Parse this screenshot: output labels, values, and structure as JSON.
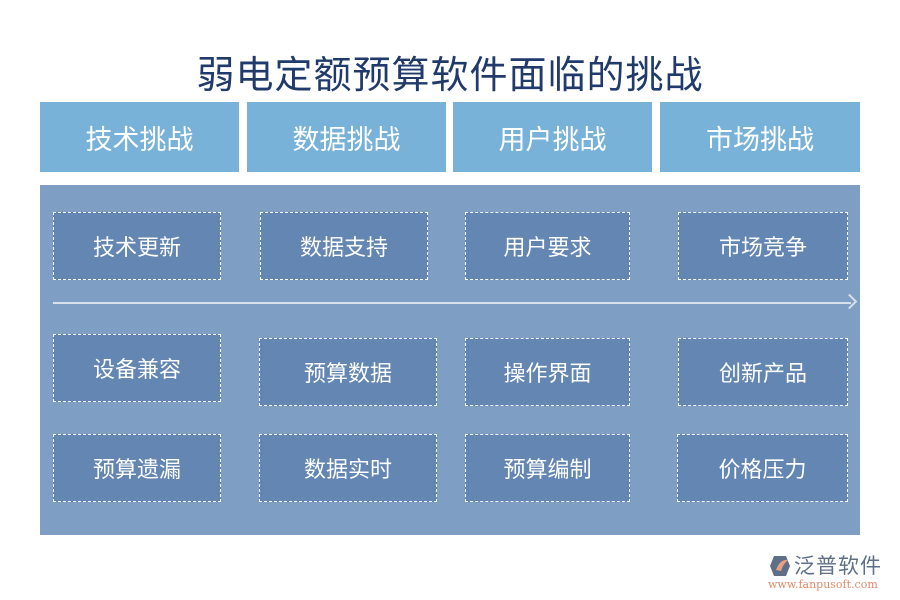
{
  "title": "弱电定额预算软件面临的挑战",
  "headers": [
    {
      "label": "技术挑战"
    },
    {
      "label": "数据挑战"
    },
    {
      "label": "用户挑战"
    },
    {
      "label": "市场挑战"
    }
  ],
  "columns": [
    {
      "items": [
        "技术更新",
        "设备兼容",
        "预算遗漏"
      ]
    },
    {
      "items": [
        "数据支持",
        "预算数据",
        "数据实时"
      ]
    },
    {
      "items": [
        "用户要求",
        "操作界面",
        "预算编制"
      ]
    },
    {
      "items": [
        "市场竞争",
        "创新产品",
        "价格压力"
      ]
    }
  ],
  "colors": {
    "title": "#1f3a6b",
    "header_bg": "#79b2d9",
    "panel_bg": "#7e9ec4",
    "box_bg": "#6386b2",
    "arrow": "#d7e0ec"
  },
  "logo": {
    "icon": "fanpu-logo-icon",
    "name": "泛普软件",
    "url": "www.fanpusoft.com"
  }
}
